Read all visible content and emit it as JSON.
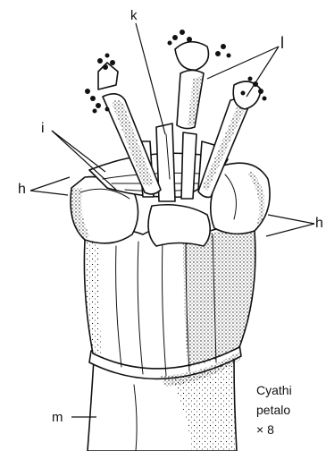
{
  "labels": {
    "k": "k",
    "l": "l",
    "i": "i",
    "h_left": "h",
    "h_right": "h",
    "m": "m"
  },
  "caption": {
    "line1": "Cyathi",
    "line2": "petalo",
    "line3": "× 8"
  }
}
